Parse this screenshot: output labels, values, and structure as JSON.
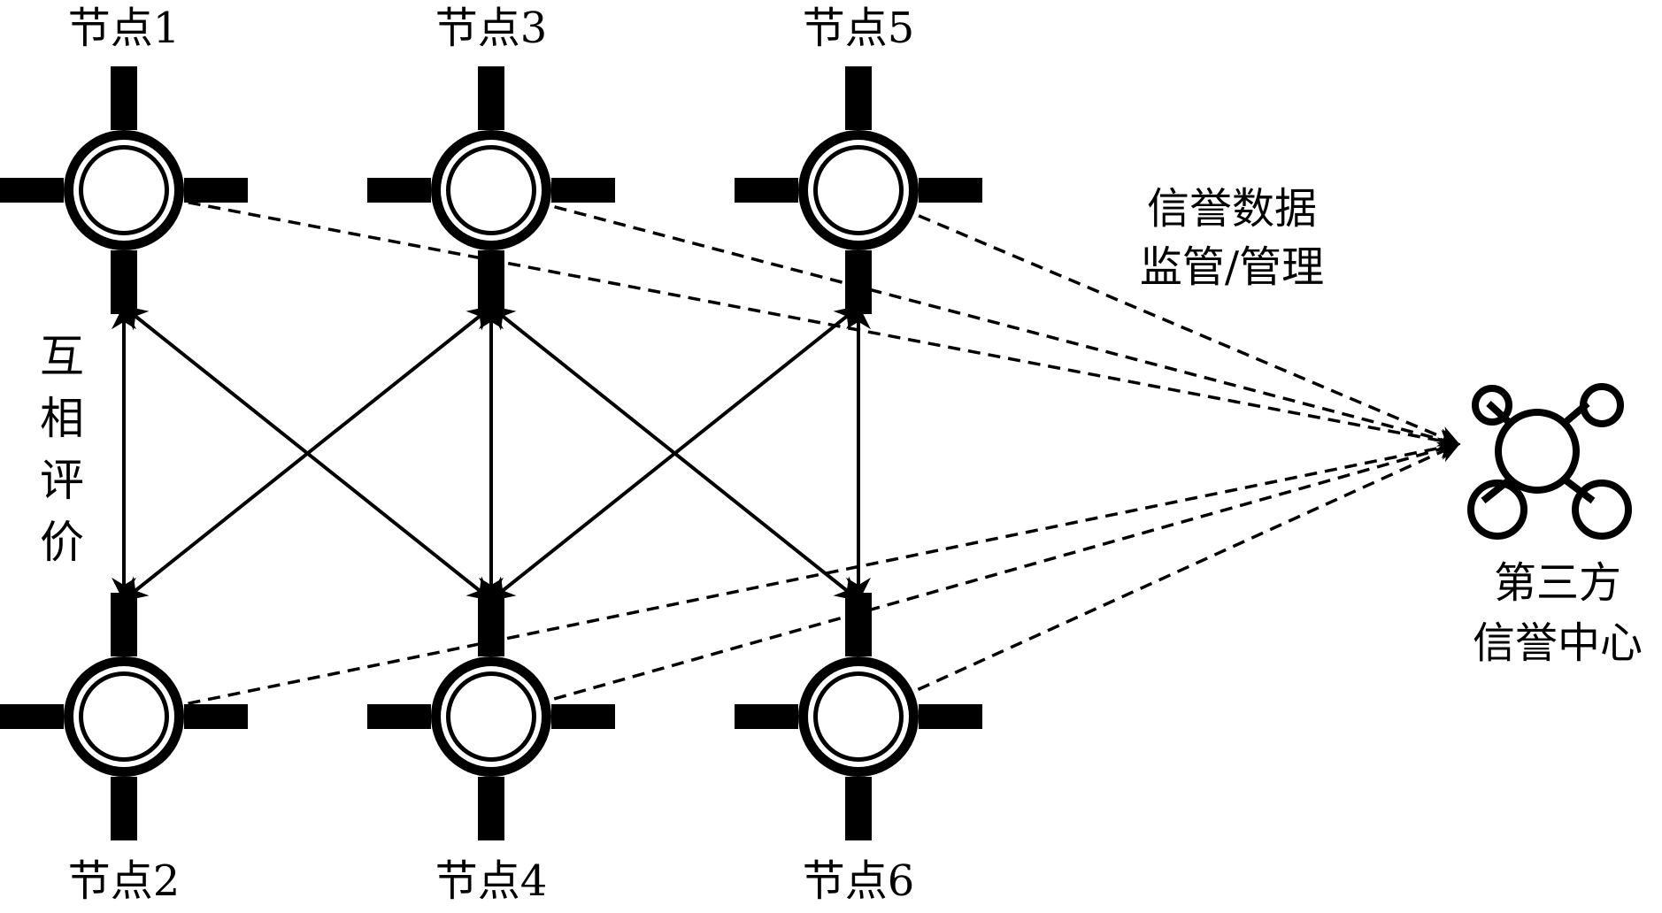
{
  "nodes": [
    {
      "id": "n1",
      "label": "节点1"
    },
    {
      "id": "n3",
      "label": "节点3"
    },
    {
      "id": "n5",
      "label": "节点5"
    },
    {
      "id": "n2",
      "label": "节点2"
    },
    {
      "id": "n4",
      "label": "节点4"
    },
    {
      "id": "n6",
      "label": "节点6"
    }
  ],
  "mutual_label": [
    "互",
    "相",
    "评",
    "价"
  ],
  "supervision_label": {
    "line1": "信誉数据",
    "line2": "监管/管理"
  },
  "center_label": {
    "line1": "第三方",
    "line2": "信誉中心"
  },
  "peer_links": [
    [
      "n1",
      "n2"
    ],
    [
      "n1",
      "n4"
    ],
    [
      "n2",
      "n3"
    ],
    [
      "n3",
      "n4"
    ],
    [
      "n3",
      "n6"
    ],
    [
      "n4",
      "n5"
    ],
    [
      "n5",
      "n6"
    ]
  ],
  "report_links": [
    "n1",
    "n3",
    "n5",
    "n2",
    "n4",
    "n6"
  ]
}
